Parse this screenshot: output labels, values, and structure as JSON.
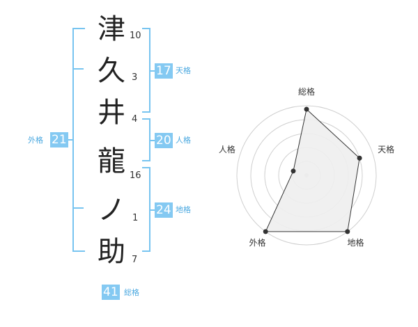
{
  "name": {
    "chars": [
      {
        "char": "津",
        "strokes": "10"
      },
      {
        "char": "久",
        "strokes": "3"
      },
      {
        "char": "井",
        "strokes": "4"
      },
      {
        "char": "龍",
        "strokes": "16"
      },
      {
        "char": "ノ",
        "strokes": "1"
      },
      {
        "char": "助",
        "strokes": "7"
      }
    ]
  },
  "kaku": {
    "tenkaku": {
      "value": "17",
      "label": "天格"
    },
    "jinkaku": {
      "value": "20",
      "label": "人格"
    },
    "chikaku": {
      "value": "24",
      "label": "地格"
    },
    "gaikaku": {
      "value": "21",
      "label": "外格"
    },
    "soukaku": {
      "value": "41",
      "label": "総格"
    }
  },
  "colors": {
    "bracket": "#77c4f0",
    "badge": "#84c9f2",
    "label": "#4aa8e0"
  },
  "chart_data": {
    "type": "radar",
    "axes": [
      "総格",
      "天格",
      "地格",
      "外格",
      "人格"
    ],
    "values": [
      0.95,
      0.8,
      1.0,
      1.0,
      0.2
    ],
    "scale": [
      0,
      1
    ],
    "rings": 5
  }
}
